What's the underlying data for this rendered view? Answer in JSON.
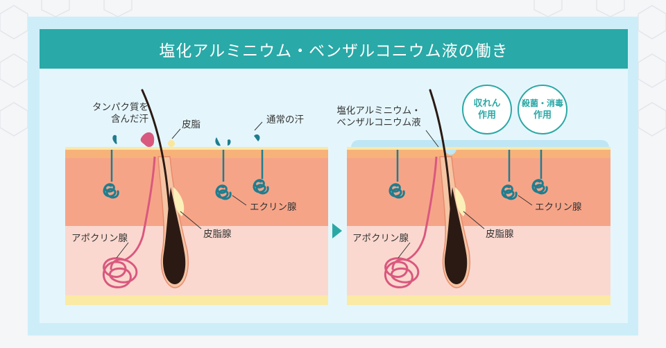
{
  "title": "塩化アルミニウム・ベンザルコニウム液の働き",
  "left": {
    "protein_sweat": [
      "タンパク質を",
      "含んだ汗"
    ],
    "sebum": "皮脂",
    "normal_sweat": "通常の汗",
    "eccrine": "エクリン腺",
    "sebaceous": "皮脂腺",
    "apocrine": "アポクリン腺"
  },
  "right": {
    "solution": [
      "塩化アルミニウム・",
      "ベンザルコニウム液"
    ],
    "badge_astringent": [
      "収れん",
      "作用"
    ],
    "badge_sterilize": [
      "殺菌・消毒",
      "作用"
    ],
    "eccrine": "エクリン腺",
    "sebaceous": "皮脂腺",
    "apocrine": "アポクリン腺"
  },
  "colors": {
    "title_bg": "#29a9a7",
    "accent": "#2aa8a6",
    "epidermis": "#f7b27a",
    "dermis": "#f6a488",
    "hypodermis": "#fbd8cf",
    "gland_teal": "#1f7d8f",
    "apocrine_pink": "#d9587e",
    "hair": "#2b1a14",
    "sebaceous_yellow": "#fbf0b8",
    "solution_blue": "#bfe6f4"
  }
}
